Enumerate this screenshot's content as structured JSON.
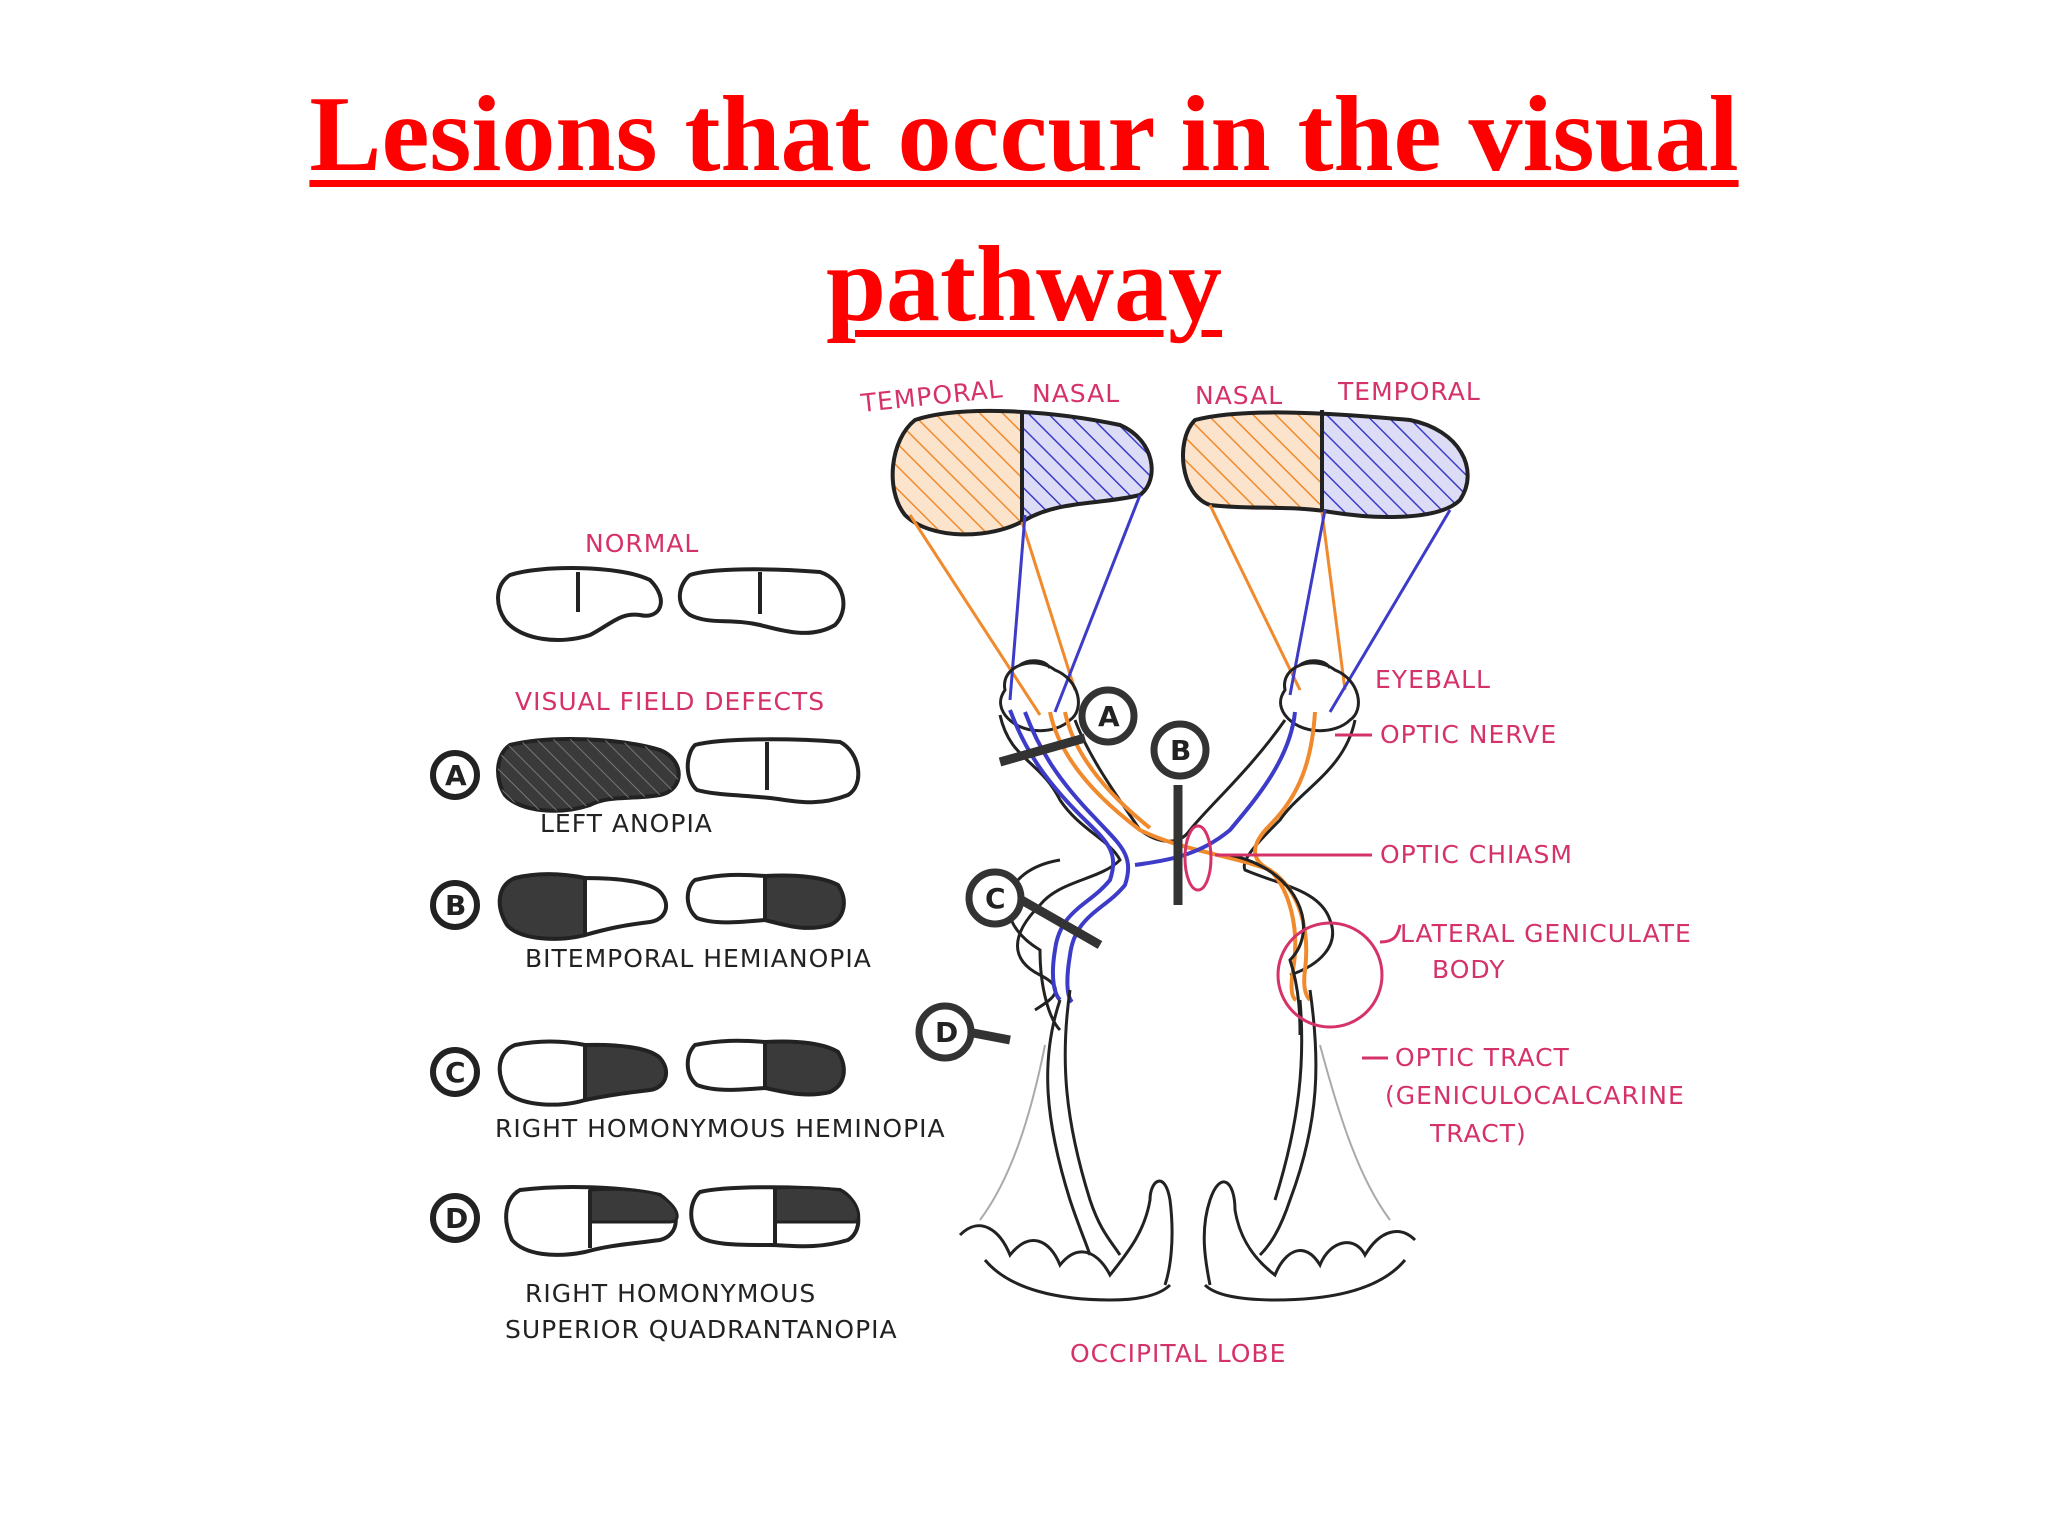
{
  "title": "Lesions that occur in the visual pathway",
  "field_labels": {
    "left_temporal": "TEMPORAL",
    "left_nasal": "NASAL",
    "right_nasal": "NASAL",
    "right_temporal": "TEMPORAL"
  },
  "normal_label": "NORMAL",
  "defects_heading": "VISUAL FIELD DEFECTS",
  "defects": [
    {
      "letter": "A",
      "name": "LEFT ANOPIA"
    },
    {
      "letter": "B",
      "name": "BITEMPORAL HEMIANOPIA"
    },
    {
      "letter": "C",
      "name": "RIGHT HOMONYMOUS HEMINOPIA"
    },
    {
      "letter": "D",
      "name_line1": "RIGHT HOMONYMOUS",
      "name_line2": "SUPERIOR QUADRANTANOPIA"
    }
  ],
  "structures": {
    "eyeball": "EYEBALL",
    "optic_nerve": "OPTIC NERVE",
    "optic_chiasm": "OPTIC CHIASM",
    "lgb_line1": "LATERAL GENICULATE",
    "lgb_line2": "BODY",
    "tract_line1": "OPTIC TRACT",
    "tract_line2": "(GENICULOCALCARINE",
    "tract_line3": "TRACT)",
    "occipital": "OCCIPITAL LOBE"
  },
  "lesion_markers": [
    "A",
    "B",
    "C",
    "D"
  ],
  "colors": {
    "title": "#ff0000",
    "label_pink": "#d6326a",
    "temporal_orange": "#f08a2c",
    "nasal_blue": "#3c3cc8",
    "ink": "#222222",
    "defect_fill": "#3a3a3a"
  }
}
